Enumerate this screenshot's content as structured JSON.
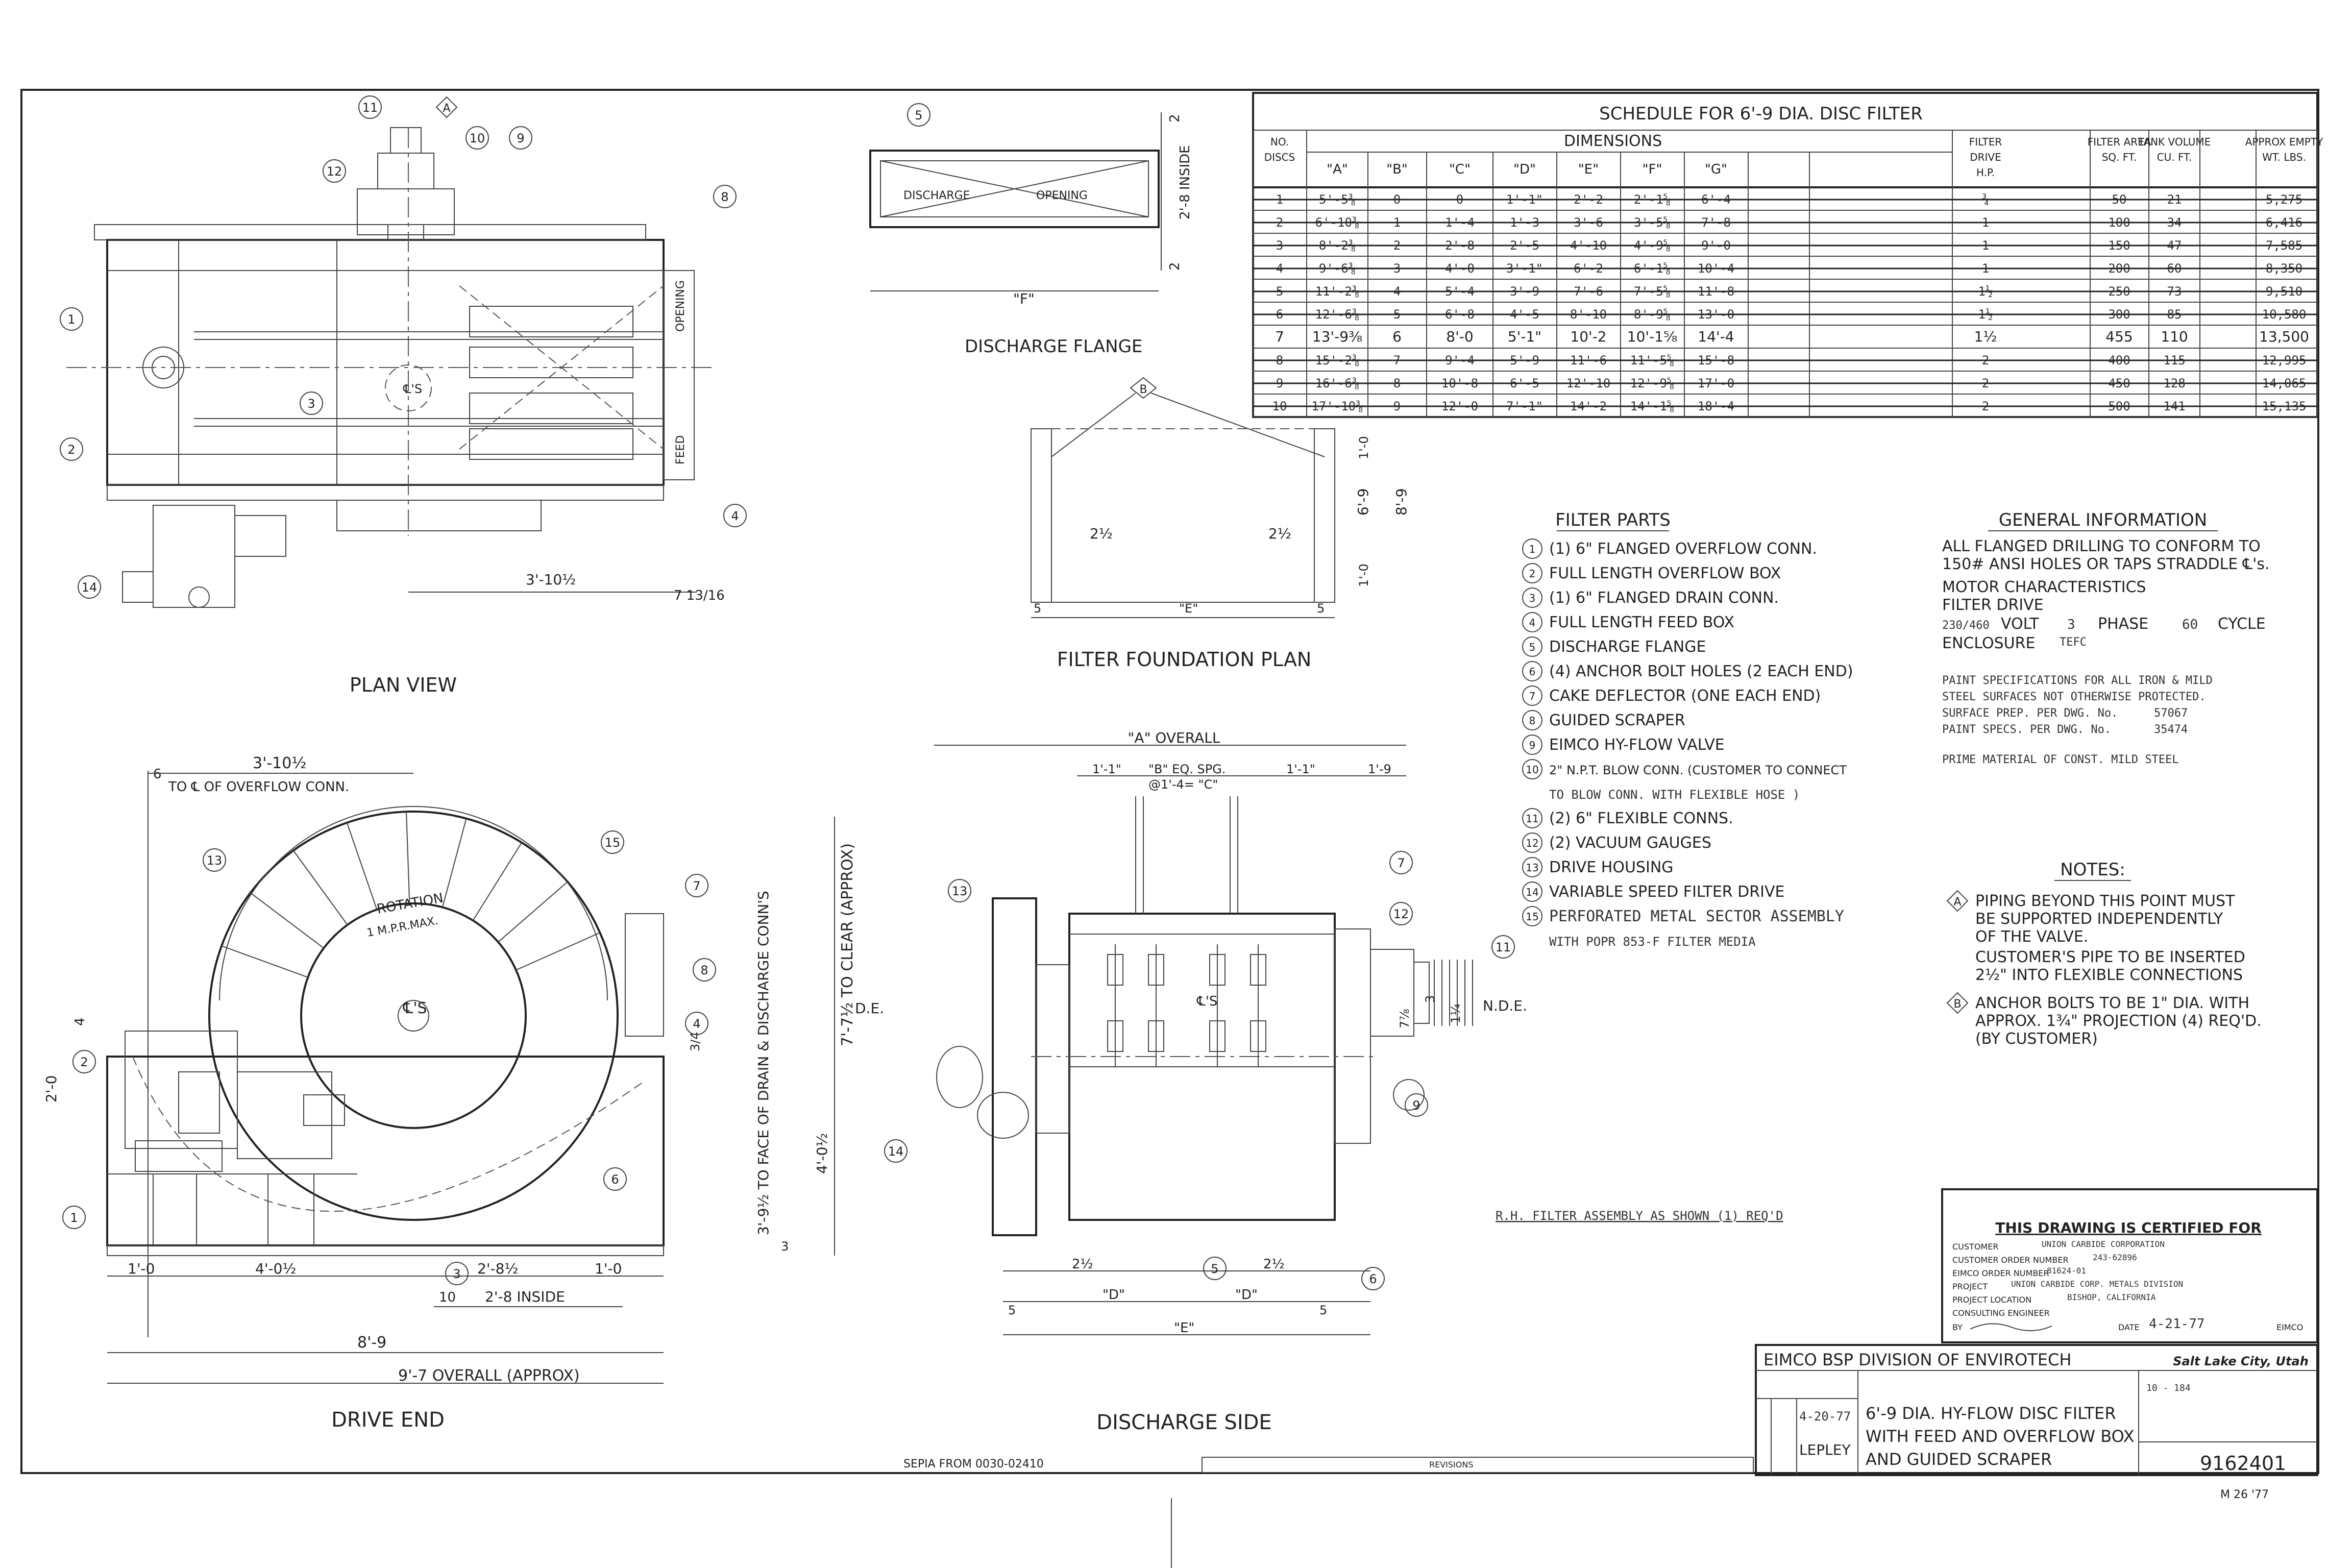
{
  "schedule": {
    "title": "SCHEDULE  FOR  6'-9  DIA.   DISC  FILTER",
    "dimensions_header": "DIMENSIONS",
    "col_headers": [
      "NO. DISCS",
      "\"A\"",
      "\"B\"",
      "\"C\"",
      "\"D\"",
      "\"E\"",
      "\"F\"",
      "\"G\"",
      "FILTER DRIVE H.P.",
      "FILTER AREA SQ. FT.",
      "TANK VOLUME CU. FT.",
      "APPROX EMPTY WT. LBS."
    ],
    "rows": [
      {
        "n": "1",
        "a": "5'-5⅜",
        "b": "0",
        "c": "0",
        "d": "1'-1\"",
        "e": "2'-2",
        "f": "2'-1⅝",
        "g": "6'-4",
        "hp": "¾",
        "area": "50",
        "vol": "21",
        "wt": "5,275",
        "struck": true
      },
      {
        "n": "2",
        "a": "6'-10⅜",
        "b": "1",
        "c": "1'-4",
        "d": "1'-3",
        "e": "3'-6",
        "f": "3'-5⅝",
        "g": "7'-8",
        "hp": "1",
        "area": "100",
        "vol": "34",
        "wt": "6,416",
        "struck": true
      },
      {
        "n": "3",
        "a": "8'-2⅜",
        "b": "2",
        "c": "2'-8",
        "d": "2'-5",
        "e": "4'-10",
        "f": "4'-9⅝",
        "g": "9'-0",
        "hp": "1",
        "area": "150",
        "vol": "47",
        "wt": "7,585",
        "struck": true
      },
      {
        "n": "4",
        "a": "9'-6⅜",
        "b": "3",
        "c": "4'-0",
        "d": "3'-1\"",
        "e": "6'-2",
        "f": "6'-1⅝",
        "g": "10'-4",
        "hp": "1",
        "area": "200",
        "vol": "60",
        "wt": "8,350",
        "struck": true
      },
      {
        "n": "5",
        "a": "11'-2⅜",
        "b": "4",
        "c": "5'-4",
        "d": "3'-9",
        "e": "7'-6",
        "f": "7'-5⅝",
        "g": "11'-8",
        "hp": "1½",
        "area": "250",
        "vol": "73",
        "wt": "9,510",
        "struck": true
      },
      {
        "n": "6",
        "a": "12'-6⅜",
        "b": "5",
        "c": "6'-8",
        "d": "4'-5",
        "e": "8'-10",
        "f": "8'-9⅝",
        "g": "13'-0",
        "hp": "1½",
        "area": "300",
        "vol": "85",
        "wt": "10,580",
        "struck": true
      },
      {
        "n": "7",
        "a": "13'-9⅜",
        "b": "6",
        "c": "8'-0",
        "d": "5'-1\"",
        "e": "10'-2",
        "f": "10'-1⅝",
        "g": "14'-4",
        "hp": "1½",
        "area": "455",
        "vol": "110",
        "wt": "13,500",
        "struck": false
      },
      {
        "n": "8",
        "a": "15'-2⅜",
        "b": "7",
        "c": "9'-4",
        "d": "5'-9",
        "e": "11'-6",
        "f": "11'-5⅝",
        "g": "15'-8",
        "hp": "2",
        "area": "400",
        "vol": "115",
        "wt": "12,995",
        "struck": true
      },
      {
        "n": "9",
        "a": "16'-6⅜",
        "b": "8",
        "c": "10'-8",
        "d": "6'-5",
        "e": "12'-10",
        "f": "12'-9⅝",
        "g": "17'-0",
        "hp": "2",
        "area": "450",
        "vol": "128",
        "wt": "14,065",
        "struck": true
      },
      {
        "n": "10",
        "a": "17'-10⅜",
        "b": "9",
        "c": "12'-0",
        "d": "7'-1\"",
        "e": "14'-2",
        "f": "14'-1⅝",
        "g": "18'-4",
        "hp": "2",
        "area": "500",
        "vol": "141",
        "wt": "15,135",
        "struck": true
      }
    ]
  },
  "views": {
    "plan_view": "PLAN VIEW",
    "drive_end": "DRIVE END",
    "discharge_side": "DISCHARGE SIDE",
    "discharge_flange": "DISCHARGE FLANGE",
    "foundation_plan": "FILTER FOUNDATION PLAN"
  },
  "dims": {
    "plan_3_10": "3'-10½",
    "plan_7_13": "7 13/16",
    "flange_inside": "2'-8 INSIDE",
    "flange_2a": "2",
    "flange_2b": "2",
    "flange_F": "\"F\"",
    "flange_text1": "DISCHARGE",
    "flange_text2": "OPENING",
    "fp_2half_l": "2½",
    "fp_2half_r": "2½",
    "fp_6_9": "6'-9",
    "fp_8_9": "8'-9",
    "fp_1_0a": "1'-0",
    "fp_1_0b": "1'-0",
    "fp_5l": "5",
    "fp_5r": "5",
    "fp_E": "\"E\"",
    "de_3_10": "3'-10½",
    "de_6": "6",
    "de_overflow": "TO ℄ OF OVERFLOW CONN.",
    "de_rotation": "ROTATION",
    "de_rpm": "1 M.P.R.MAX.",
    "de_cs": "℄'S",
    "de_clear": "7'-7½ TO CLEAR (APPROX)",
    "de_face": "3'-9½ TO FACE OF DRAIN & DISCHARGE CONN'S",
    "de_4_0": "4'-0½",
    "de_2_0": "2'-0",
    "de_4": "4",
    "de_3": "3",
    "de_3_4": "3/4",
    "de_DE": "D.E.",
    "de_1_0a": "1'-0",
    "de_4_0b": "4'-0½",
    "de_2_8": "2'-8½",
    "de_1_0b": "1'-0",
    "de_10": "10",
    "de_2_8_inside": "2'-8  INSIDE",
    "de_8_9": "8'-9",
    "de_9_7": "9'-7 OVERALL (APPROX)",
    "ds_A": "\"A\" OVERALL",
    "ds_1_1a": "1'-1\"",
    "ds_B": "\"B\"  EQ. SPG.",
    "ds_1_1b": "1'-1\"",
    "ds_1_9": "1'-9",
    "ds_C": "@1'-4= \"C\"",
    "ds_cs": "℄'S",
    "ds_NDE": "N.D.E.",
    "ds_7_8": "7⅞",
    "ds_3": "3",
    "ds_1_1_4": "1¼",
    "ds_2half_l": "2½",
    "ds_2half_r": "2½",
    "ds_D_l": "\"D\"",
    "ds_D_r": "\"D\"",
    "ds_E": "\"E\"",
    "ds_5_l": "5",
    "ds_5_r": "5"
  },
  "filter_parts": {
    "title": "FILTER  PARTS",
    "items": [
      {
        "n": "1",
        "t": "(1) 6\" FLANGED  OVERFLOW  CONN."
      },
      {
        "n": "2",
        "t": "FULL  LENGTH  OVERFLOW  BOX"
      },
      {
        "n": "3",
        "t": "(1) 6\"  FLANGED  DRAIN  CONN."
      },
      {
        "n": "4",
        "t": "FULL  LENGTH  FEED  BOX"
      },
      {
        "n": "5",
        "t": "DISCHARGE  FLANGE"
      },
      {
        "n": "6",
        "t": "(4) ANCHOR  BOLT  HOLES (2  EACH  END)"
      },
      {
        "n": "7",
        "t": "CAKE  DEFLECTOR (ONE  EACH END)"
      },
      {
        "n": "8",
        "t": "GUIDED  SCRAPER"
      },
      {
        "n": "9",
        "t": "EIMCO  HY-FLOW  VALVE"
      },
      {
        "n": "10",
        "t": "2\" N.P.T. BLOW  CONN. (CUSTOMER TO CONNECT"
      },
      {
        "n": "",
        "t": "TO BLOW CONN. WITH FLEXIBLE HOSE )"
      },
      {
        "n": "11",
        "t": "(2) 6\"  FLEXIBLE  CONNS."
      },
      {
        "n": "12",
        "t": "(2)  VACUUM  GAUGES"
      },
      {
        "n": "13",
        "t": "DRIVE   HOUSING"
      },
      {
        "n": "14",
        "t": "VARIABLE  SPEED  FILTER  DRIVE"
      },
      {
        "n": "15",
        "t": "PERFORATED  METAL  SECTOR  ASSEMBLY"
      },
      {
        "n": "",
        "t": "WITH  POPR 853-F  FILTER  MEDIA"
      }
    ]
  },
  "general": {
    "title": "GENERAL  INFORMATION",
    "l1": "ALL FLANGED DRILLING TO CONFORM TO",
    "l2": "150# ANSI HOLES OR TAPS STRADDLE ℄'s.",
    "l3": "MOTOR  CHARACTERISTICS",
    "l4": "FILTER DRIVE",
    "volt": "230/460",
    "volt_label": "VOLT",
    "phase": "3",
    "phase_label": "PHASE",
    "cycle": "60",
    "cycle_label": "CYCLE",
    "enclosure_label": "ENCLOSURE",
    "enclosure": "TEFC",
    "paint1": "PAINT SPECIFICATIONS FOR ALL IRON & MILD",
    "paint2": "STEEL SURFACES NOT OTHERWISE PROTECTED.",
    "paint3": "SURFACE PREP. PER DWG. No.",
    "paint3v": "57067",
    "paint4": "PAINT SPECS. PER DWG. No.",
    "paint4v": "35474",
    "prime": "PRIME MATERIAL OF CONST.    MILD STEEL"
  },
  "notes": {
    "title": "NOTES:",
    "a1": "PIPING  BEYOND  THIS  POINT  MUST",
    "a2": "BE  SUPPORTED  INDEPENDENTLY",
    "a3": "OF  THE  VALVE.",
    "a4": "CUSTOMER'S PIPE  TO  BE  INSERTED",
    "a5": "2½\"  INTO  FLEXIBLE  CONNECTIONS",
    "b1": "ANCHOR  BOLTS  TO  BE  1\" DIA.  WITH",
    "b2": "APPROX. 1¾\" PROJECTION (4) REQ'D.",
    "b3": "(BY  CUSTOMER)",
    "a_mark": "A",
    "b_mark": "B"
  },
  "rh_note": "R.H.  FILTER  ASSEMBLY  AS  SHOWN  (1)  REQ'D",
  "cert": {
    "title": "THIS DRAWING IS CERTIFIED FOR",
    "customer_label": "CUSTOMER",
    "customer": "UNION CARBIDE CORPORATION",
    "order_label": "CUSTOMER ORDER NUMBER",
    "order": "243-62896",
    "eimco_label": "EIMCO ORDER NUMBER",
    "eimco": "81624-01",
    "project_label": "PROJECT",
    "project": "UNION CARBIDE CORP. METALS DIVISION",
    "location_label": "PROJECT LOCATION",
    "location": "BISHOP, CALIFORNIA",
    "engineer_label": "CONSULTING ENGINEER",
    "by_label": "BY",
    "date_label": "DATE",
    "date": "4-21-77",
    "eimco_tag": "EIMCO"
  },
  "title_block": {
    "company": "EIMCO BSP DIVISION OF ENVIROTECH",
    "city": "Salt Lake City, Utah",
    "date": "4-20-77",
    "drawn": "LEPLEY",
    "t1": "6'-9 DIA. HY-FLOW DISC FILTER",
    "t2": "WITH FEED AND OVERFLOW BOX",
    "t3": "AND GUIDED SCRAPER",
    "dwg_no": "9162401",
    "code": "10 - 184",
    "micro": "M 26 '77"
  },
  "footer": {
    "sepia": "SEPIA FROM 0030-02410",
    "revisions": "REVISIONS"
  },
  "plan_labels": {
    "opening": "OPENING",
    "feed": "FEED",
    "cs": "℄'S"
  }
}
